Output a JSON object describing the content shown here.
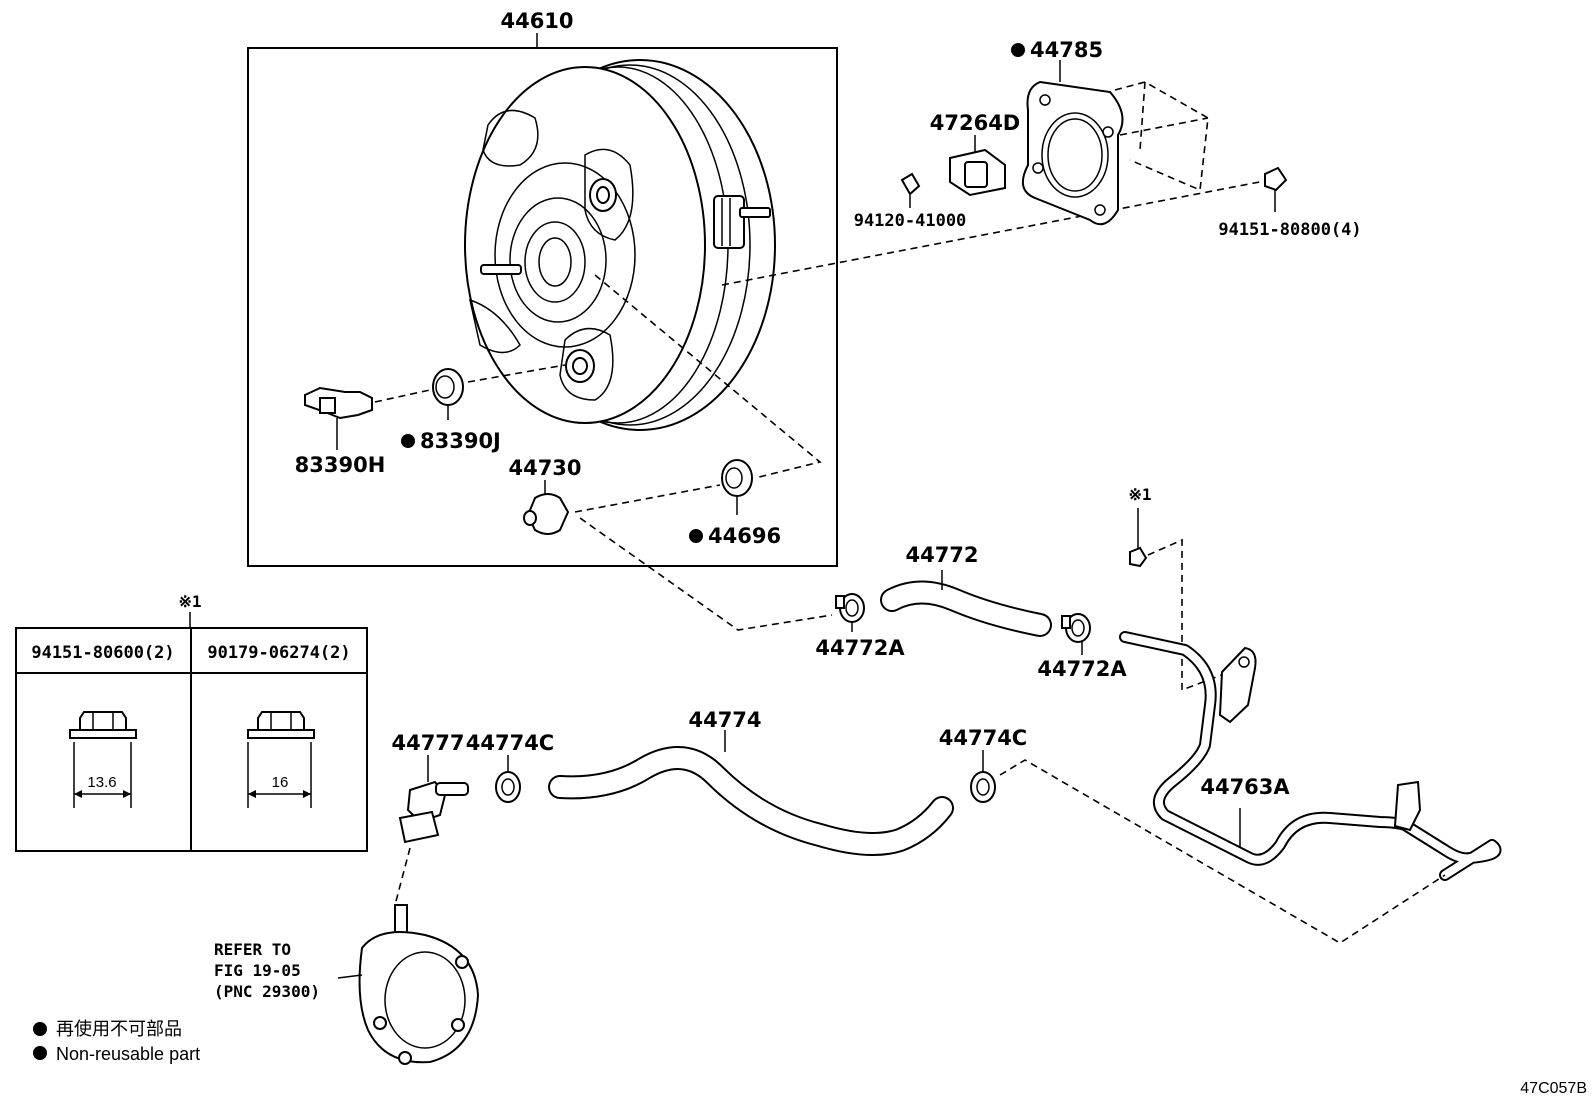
{
  "labels": {
    "booster_assembly": "44610",
    "gasket_plate": "44785",
    "bracket": "47264D",
    "nut_a": "94120-41000",
    "nut_b": "94151-80800(4)",
    "sensor": "83390H",
    "sensor_grommet": "83390J",
    "check_valve": "44730",
    "valve_grommet": "44696",
    "hose_upper": "44772",
    "clamp_left": "44772A",
    "clamp_right": "44772A",
    "pipe": "44763A",
    "hose_main": "44774",
    "clamp_c_left": "44774C",
    "clamp_c_right": "44774C",
    "connector": "44777",
    "note_mark_top": "※1",
    "note_mark_table": "※1"
  },
  "table": {
    "col1_header": "94151-80600(2)",
    "col2_header": "90179-06274(2)",
    "col1_dim": "13.6",
    "col2_dim": "16"
  },
  "refer": {
    "line1": "REFER TO",
    "line2": "FIG 19-05",
    "line3": "(PNC 29300)"
  },
  "legend": {
    "japanese": "再使用不可部品",
    "english": "Non-reusable part"
  },
  "diagram_code": "47C057B",
  "non_reusable_parts": [
    "44785",
    "83390J",
    "44696"
  ]
}
